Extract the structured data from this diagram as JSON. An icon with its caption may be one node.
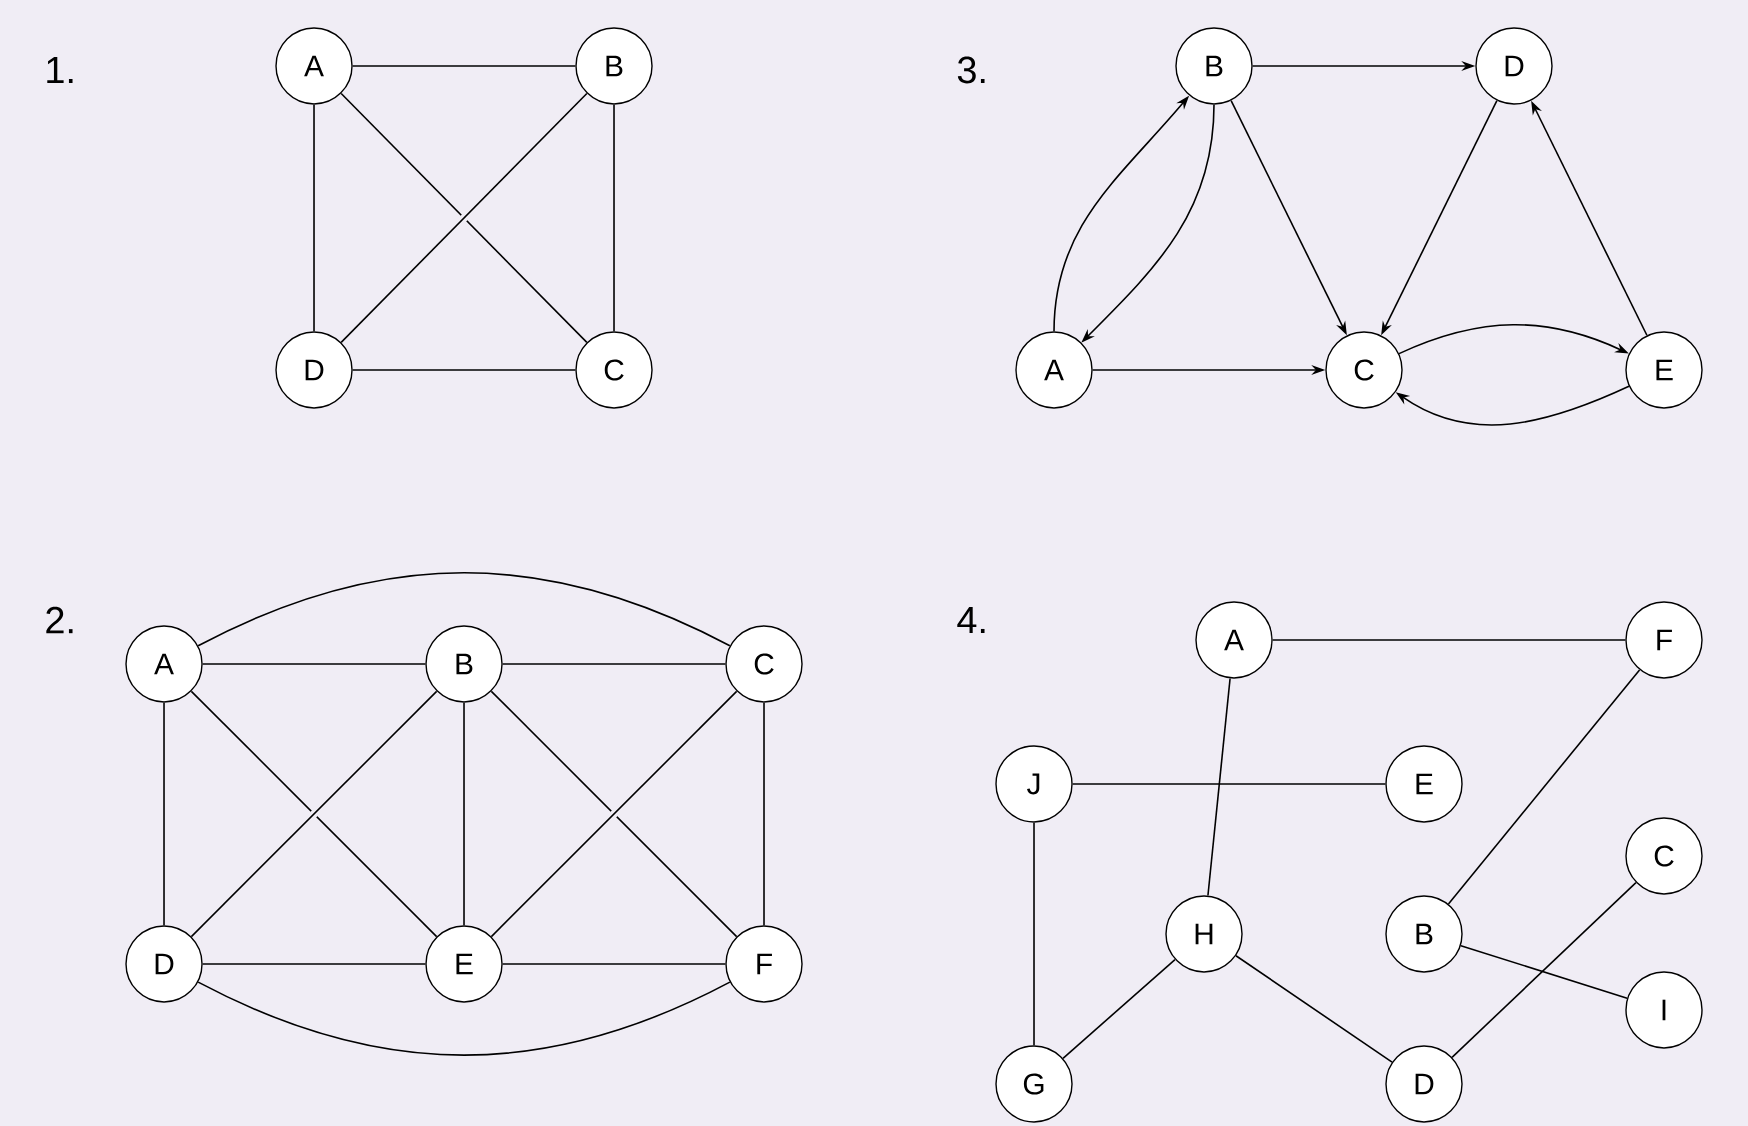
{
  "diagram": {
    "nodes": [
      {
        "text": [
          "A"
        ]
      },
      {
        "text": [
          "B"
        ]
      },
      {
        "text": [
          "D"
        ]
      },
      {
        "text": [
          "C"
        ]
      },
      {
        "text": [
          "B"
        ]
      },
      {
        "text": [
          "D"
        ]
      },
      {
        "text": [
          "A"
        ]
      },
      {
        "text": [
          "C"
        ]
      },
      {
        "text": [
          "E"
        ]
      },
      {
        "text": [
          "A"
        ]
      },
      {
        "text": [
          "B"
        ]
      },
      {
        "text": [
          "C"
        ]
      },
      {
        "text": [
          "D"
        ]
      },
      {
        "text": [
          "E"
        ]
      },
      {
        "text": [
          "F"
        ]
      },
      {
        "text": [
          "A"
        ]
      },
      {
        "text": [
          "F"
        ]
      },
      {
        "text": [
          "J"
        ]
      },
      {
        "text": [
          "E"
        ]
      },
      {
        "text": [
          "C"
        ]
      },
      {
        "text": [
          "H"
        ]
      },
      {
        "text": [
          "B"
        ]
      },
      {
        "text": [
          "I"
        ]
      },
      {
        "text": [
          "G"
        ]
      },
      {
        "text": [
          "D"
        ]
      }
    ],
    "edges": [
      {
        "from": 0,
        "to": 1,
        "arrow": "none"
      },
      {
        "from": 0,
        "to": 2,
        "arrow": "none"
      },
      {
        "from": 1,
        "to": 3,
        "arrow": "none"
      },
      {
        "from": 2,
        "to": 3,
        "arrow": "none"
      },
      {
        "from": 0,
        "to": 3,
        "arrow": "none"
      },
      {
        "from": 1,
        "to": 2,
        "arrow": "none"
      },
      {
        "from": 6,
        "to": 4,
        "arrow": "to"
      },
      {
        "from": 4,
        "to": 6,
        "arrow": "to"
      },
      {
        "from": 6,
        "to": 7,
        "arrow": "to"
      },
      {
        "from": 4,
        "to": 5,
        "arrow": "to"
      },
      {
        "from": 4,
        "to": 7,
        "arrow": "to"
      },
      {
        "from": 5,
        "to": 7,
        "arrow": "to"
      },
      {
        "from": 8,
        "to": 5,
        "arrow": "to"
      },
      {
        "from": 7,
        "to": 8,
        "arrow": "to"
      },
      {
        "from": 8,
        "to": 7,
        "arrow": "to"
      },
      {
        "from": 9,
        "to": 10,
        "arrow": "none"
      },
      {
        "from": 10,
        "to": 11,
        "arrow": "none"
      },
      {
        "from": 9,
        "to": 12,
        "arrow": "none"
      },
      {
        "from": 10,
        "to": 13,
        "arrow": "none"
      },
      {
        "from": 11,
        "to": 14,
        "arrow": "none"
      },
      {
        "from": 12,
        "to": 13,
        "arrow": "none"
      },
      {
        "from": 13,
        "to": 14,
        "arrow": "none"
      },
      {
        "from": 9,
        "to": 13,
        "arrow": "none"
      },
      {
        "from": 10,
        "to": 12,
        "arrow": "none"
      },
      {
        "from": 10,
        "to": 14,
        "arrow": "none"
      },
      {
        "from": 11,
        "to": 13,
        "arrow": "none"
      },
      {
        "from": 9,
        "to": 11,
        "arrow": "none"
      },
      {
        "from": 12,
        "to": 14,
        "arrow": "none"
      },
      {
        "from": 15,
        "to": 16,
        "arrow": "none"
      },
      {
        "from": 17,
        "to": 18,
        "arrow": "none"
      },
      {
        "from": 17,
        "to": 23,
        "arrow": "none"
      },
      {
        "from": 15,
        "to": 20,
        "arrow": "none"
      },
      {
        "from": 20,
        "to": 23,
        "arrow": "none"
      },
      {
        "from": 20,
        "to": 24,
        "arrow": "none"
      },
      {
        "from": 16,
        "to": 21,
        "arrow": "none"
      },
      {
        "from": 21,
        "to": 22,
        "arrow": "none"
      },
      {
        "from": 19,
        "to": 24,
        "arrow": "none"
      }
    ],
    "labels": [
      "1.",
      "3.",
      "2.",
      "4."
    ]
  }
}
